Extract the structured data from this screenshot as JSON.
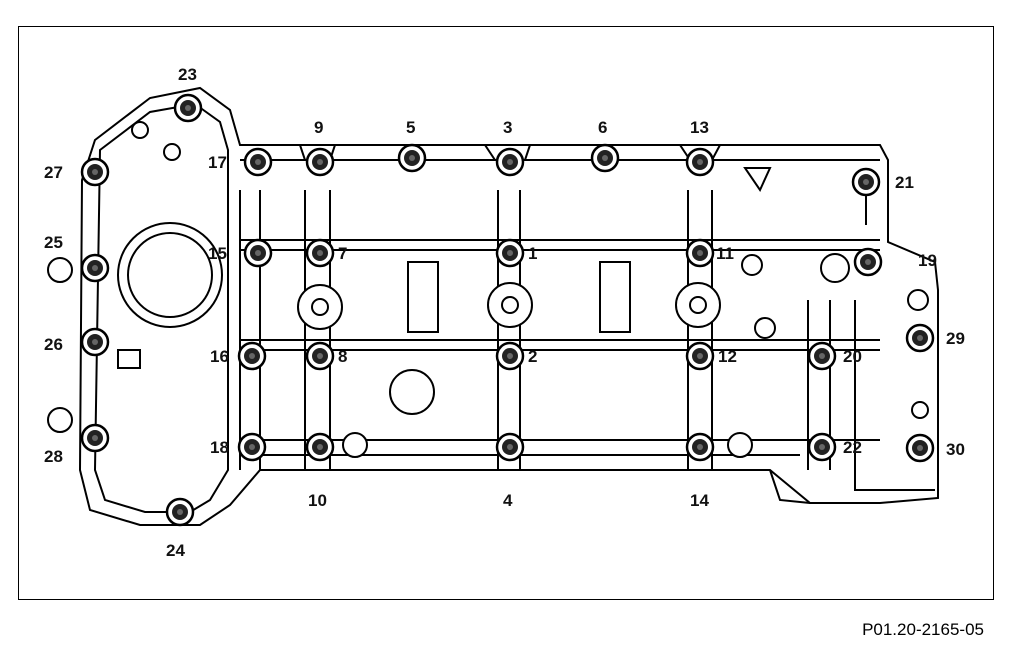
{
  "figure_id": "P01.20-2165-05",
  "callouts": {
    "n1": "1",
    "n2": "2",
    "n3": "3",
    "n4": "4",
    "n5": "5",
    "n6": "6",
    "n7": "7",
    "n8": "8",
    "n9": "9",
    "n10": "10",
    "n11": "11",
    "n12": "12",
    "n13": "13",
    "n14": "14",
    "n15": "15",
    "n16": "16",
    "n17": "17",
    "n18": "18",
    "n19": "19",
    "n20": "20",
    "n21": "21",
    "n22": "22",
    "n23": "23",
    "n24": "24",
    "n25": "25",
    "n26": "26",
    "n27": "27",
    "n28": "28",
    "n29": "29",
    "n30": "30"
  }
}
